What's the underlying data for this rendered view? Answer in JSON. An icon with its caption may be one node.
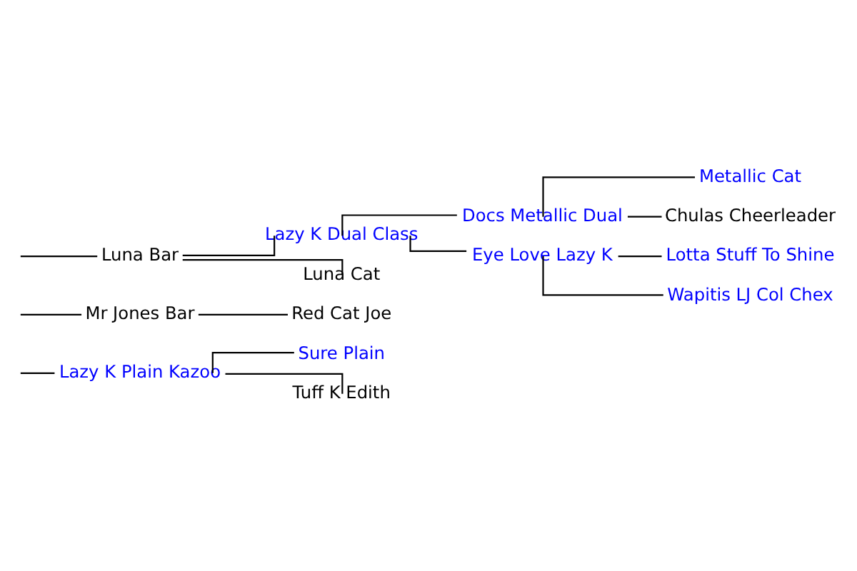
{
  "diagram": {
    "nodes": [
      {
        "text": [
          "Lazy K Plain Kazoo"
        ]
      },
      {
        "text": [
          "Sure Plain"
        ]
      },
      {
        "text": [
          "Tuff K Edith"
        ]
      },
      {
        "text": [
          "Red Cat Joe"
        ]
      },
      {
        "text": [
          "Mr Jones Bar"
        ]
      },
      {
        "text": [
          "Lazy K Dual Class"
        ]
      },
      {
        "text": [
          "Docs Metallic Dual"
        ]
      },
      {
        "text": [
          "Metallic Cat"
        ]
      },
      {
        "text": [
          "Chulas Cheerleader"
        ]
      },
      {
        "text": [
          "Eye Love Lazy K"
        ]
      },
      {
        "text": [
          "Lotta Stuff To Shine"
        ]
      },
      {
        "text": [
          "Wapitis LJ Col Chex"
        ]
      },
      {
        "text": [
          "Luna Bar"
        ]
      },
      {
        "text": [
          "Luna Cat"
        ]
      }
    ],
    "edges": [
      {
        "from": null,
        "to": 0,
        "arrow": "none"
      },
      {
        "from": 0,
        "to": 1,
        "arrow": "none"
      },
      {
        "from": 0,
        "to": 2,
        "arrow": "none"
      },
      {
        "from": 4,
        "to": 3,
        "arrow": "none"
      },
      {
        "from": null,
        "to": 4,
        "arrow": "none"
      },
      {
        "from": null,
        "to": 12,
        "arrow": "none"
      },
      {
        "from": 12,
        "to": 5,
        "arrow": "none"
      },
      {
        "from": 12,
        "to": 13,
        "arrow": "none"
      },
      {
        "from": 5,
        "to": 6,
        "arrow": "none"
      },
      {
        "from": 5,
        "to": 9,
        "arrow": "none"
      },
      {
        "from": 6,
        "to": 7,
        "arrow": "none"
      },
      {
        "from": 6,
        "to": 8,
        "arrow": "none"
      },
      {
        "from": 9,
        "to": 10,
        "arrow": "none"
      },
      {
        "from": 9,
        "to": 11,
        "arrow": "none"
      }
    ]
  }
}
